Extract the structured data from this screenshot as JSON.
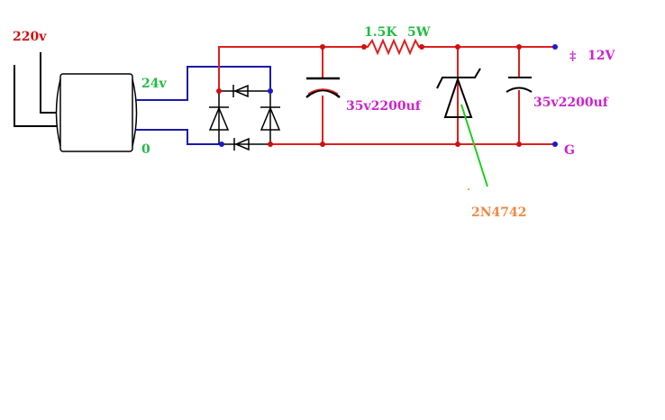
{
  "labels": {
    "mains_voltage": "220v",
    "secondary_voltage": "24v",
    "secondary_zero": "0",
    "resistor": "1.5K",
    "resistor_power": "5W",
    "capacitor_1": "35v2200uf",
    "capacitor_2": "35v2200uf",
    "output_plus_symbol": "‡",
    "output_voltage": "12V",
    "ground": "G",
    "zener_part": "2N4742"
  },
  "colors": {
    "red_wire": "#dd2020",
    "blue_wire": "#1a1aaa",
    "black": "#000000",
    "green_pointer": "#22cc22",
    "label_red": "#cc1111",
    "label_green": "#22bb44",
    "label_magenta": "#cc22cc",
    "label_orange": "#ee8844",
    "node_red": "#cc1111",
    "node_blue": "#1a1acc"
  }
}
